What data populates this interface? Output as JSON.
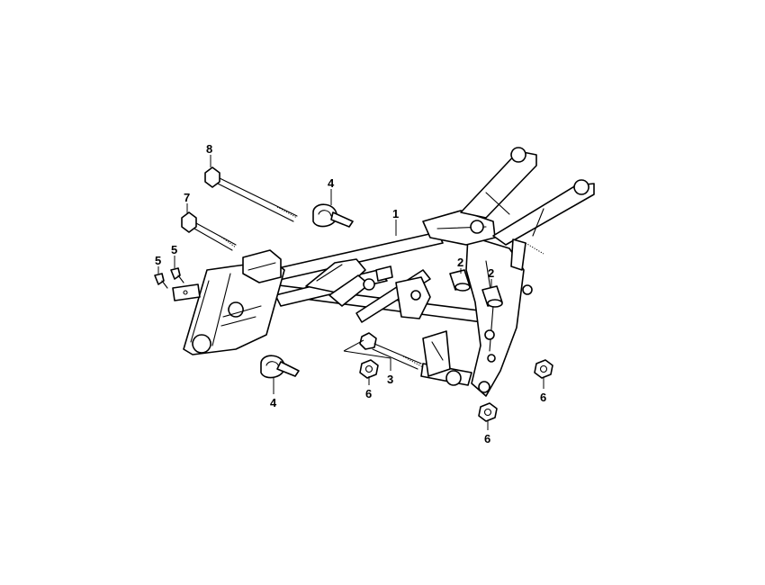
{
  "diagram": {
    "callouts": {
      "c1": "1",
      "c2a": "2",
      "c2b": "2",
      "c3": "3",
      "c4a": "4",
      "c4b": "4",
      "c5a": "5",
      "c5b": "5",
      "c6a": "6",
      "c6b": "6",
      "c6c": "6",
      "c7": "7",
      "c8": "8"
    },
    "line_color": "#000000",
    "background": "#ffffff"
  }
}
